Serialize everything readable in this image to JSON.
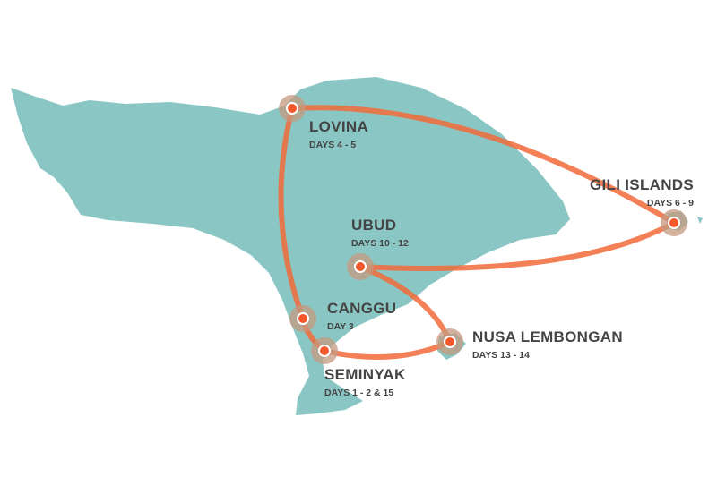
{
  "colors": {
    "land": "#8ac7c4",
    "route": "#f26b3a",
    "halo": "#c49a80"
  },
  "destinations": [
    {
      "name": "LOVINA",
      "days": "DAYS 4 - 5"
    },
    {
      "name": "GILI ISLANDS",
      "days": "DAYS 6 - 9"
    },
    {
      "name": "UBUD",
      "days": "DAYS 10 - 12"
    },
    {
      "name": "CANGGU",
      "days": "DAY 3"
    },
    {
      "name": "NUSA LEMBONGAN",
      "days": "DAYS  13 - 14"
    },
    {
      "name": "SEMINYAK",
      "days": "DAYS 1 - 2 & 15"
    }
  ]
}
